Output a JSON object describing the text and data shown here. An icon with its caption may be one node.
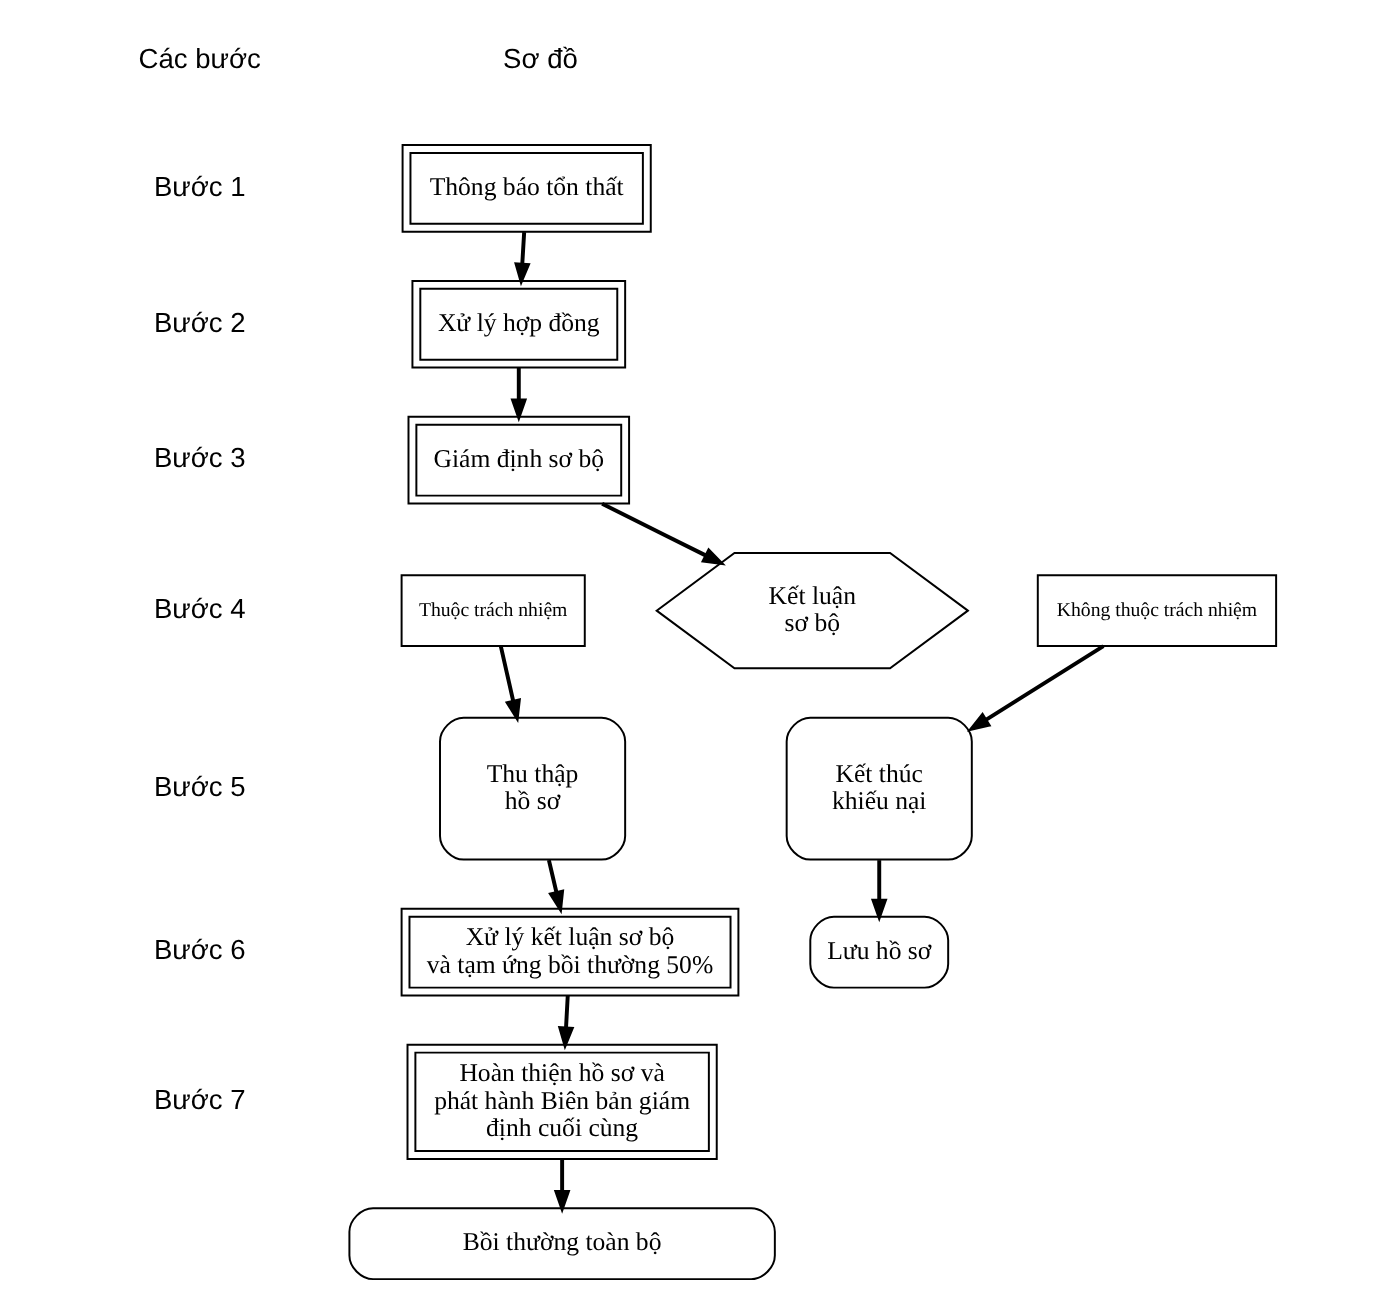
{
  "diagram": {
    "nodes": [
      {
        "text": [
          "Thông báo tổn thất"
        ]
      },
      {
        "text": [
          "Xử lý hợp đồng"
        ]
      },
      {
        "text": [
          "Giám định sơ bộ"
        ]
      },
      {
        "text": [
          "Thuộc trách nhiệm"
        ]
      },
      {
        "text": [
          "Kết luận sơ bộ"
        ]
      },
      {
        "text": [
          "Không thuộc trách nhiệm"
        ]
      },
      {
        "text": [
          "Thu thập hồ sơ"
        ]
      },
      {
        "text": [
          "Kết thúc khiếu nại"
        ]
      },
      {
        "text": [
          "Xử lý kết luận sơ bộ và tạm ứng bồi thường 50%"
        ]
      },
      {
        "text": [
          "Lưu hồ sơ"
        ]
      },
      {
        "text": [
          "Hoàn thiện hồ sơ và phát hành Biên bản giám định cuối cùng"
        ]
      },
      {
        "text": [
          "Bồi thường toàn bộ"
        ]
      }
    ],
    "edges": [
      {
        "from": 0,
        "to": 1,
        "arrow": "to"
      },
      {
        "from": 1,
        "to": 2,
        "arrow": "to"
      },
      {
        "from": 2,
        "to": 4,
        "arrow": "to"
      },
      {
        "from": 3,
        "to": 6,
        "arrow": "to"
      },
      {
        "from": 5,
        "to": 7,
        "arrow": "to"
      },
      {
        "from": 6,
        "to": 8,
        "arrow": "to"
      },
      {
        "from": 7,
        "to": 9,
        "arrow": "to"
      },
      {
        "from": 8,
        "to": 10,
        "arrow": "to"
      },
      {
        "from": 10,
        "to": 11,
        "arrow": "to"
      }
    ],
    "labels": [
      "Các bước",
      "Sơ đồ",
      "Bước 1",
      "Bước 2",
      "Bước 3",
      "Bước 4",
      "Bước 5",
      "Bước 6",
      "Bước 7"
    ]
  }
}
